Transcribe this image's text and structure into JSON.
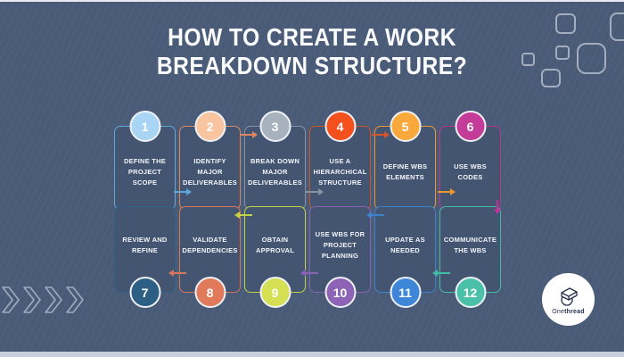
{
  "title": {
    "line1": "HOW TO CREATE A WORK",
    "line2": "BREAKDOWN STRUCTURE?"
  },
  "steps": [
    {
      "number": "1",
      "label": "DEFINE THE PROJECT SCOPE",
      "circle_color": "#a9d5f4",
      "border_color": "#5fa8dc"
    },
    {
      "number": "2",
      "label": "IDENTIFY MAJOR DELIVERABLES",
      "circle_color": "#f8c5a0",
      "border_color": "#de8660"
    },
    {
      "number": "3",
      "label": "BREAK DOWN MAJOR DELIVERABLES",
      "circle_color": "#a8b2be",
      "border_color": "#8593a5"
    },
    {
      "number": "4",
      "label": "USE A HIERARCHICAL STRUCTURE",
      "circle_color": "#f4501e",
      "border_color": "#c75527"
    },
    {
      "number": "5",
      "label": "DEFINE WBS ELEMENTS",
      "circle_color": "#f9a93c",
      "border_color": "#e8982e"
    },
    {
      "number": "6",
      "label": "USE WBS CODES",
      "circle_color": "#c33d98",
      "border_color": "#b7368e"
    },
    {
      "number": "7",
      "label": "REVIEW AND REFINE",
      "circle_color": "#2d5f84",
      "border_color": "#2f6386"
    },
    {
      "number": "8",
      "label": "VALIDATE DEPENDENCIES",
      "circle_color": "#e07a5b",
      "border_color": "#d8755b"
    },
    {
      "number": "9",
      "label": "OBTAIN APPROVAL",
      "circle_color": "#d4df52",
      "border_color": "#c2d245"
    },
    {
      "number": "10",
      "label": "USE WBS FOR PROJECT PLANNING",
      "circle_color": "#8c63b5",
      "border_color": "#8a62b5"
    },
    {
      "number": "11",
      "label": "UPDATE AS NEEDED",
      "circle_color": "#3e86d8",
      "border_color": "#3c82ce"
    },
    {
      "number": "12",
      "label": "COMMUNICATE THE WBS",
      "circle_color": "#4bc0a9",
      "border_color": "#46bba4"
    }
  ],
  "connectors": [
    {
      "from": "1",
      "to": "2",
      "color": "#5fa8dc",
      "direction": "right"
    },
    {
      "from": "2",
      "to": "3",
      "color": "#de8660",
      "direction": "right"
    },
    {
      "from": "3",
      "to": "4",
      "color": "#8593a5",
      "direction": "right"
    },
    {
      "from": "4",
      "to": "5",
      "color": "#d6552b",
      "direction": "right"
    },
    {
      "from": "5",
      "to": "6",
      "color": "#e8982e",
      "direction": "right"
    },
    {
      "from": "6",
      "to": "12",
      "color": "#c2309b",
      "direction": "down"
    },
    {
      "from": "12",
      "to": "11",
      "color": "#46bba4",
      "direction": "left"
    },
    {
      "from": "11",
      "to": "10",
      "color": "#3c82ce",
      "direction": "left"
    },
    {
      "from": "10",
      "to": "9",
      "color": "#8a62b5",
      "direction": "left"
    },
    {
      "from": "9",
      "to": "8",
      "color": "#c2d245",
      "direction": "left"
    },
    {
      "from": "8",
      "to": "7",
      "color": "#d8755b",
      "direction": "left"
    }
  ],
  "logo": {
    "brand_prefix": "One",
    "brand_suffix": "thread"
  },
  "colors": {
    "background": "#4a5b78",
    "card_fill": "#445571",
    "title_text": "#fafbfd",
    "card_text": "#f3f5f9",
    "circle_ring": "#eef1f6",
    "footer_strip": "#c9cedb",
    "top_strip": "#e9ebf1",
    "decor_outline": "#ebf0f8"
  }
}
